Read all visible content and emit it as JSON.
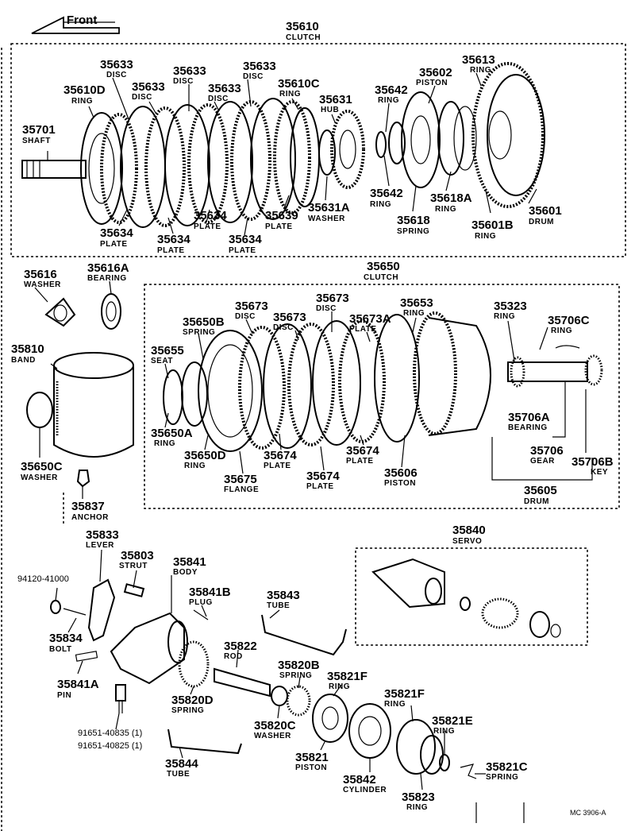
{
  "front_label": "Front",
  "groups": [
    {
      "id": "35610",
      "number": "35610",
      "name": "CLUTCH"
    },
    {
      "id": "35650",
      "number": "35650",
      "name": "CLUTCH"
    },
    {
      "id": "35840",
      "number": "35840",
      "name": "SERVO"
    }
  ],
  "parts": [
    {
      "id": "p35701",
      "number": "35701",
      "name": "SHAFT"
    },
    {
      "id": "p35610D",
      "number": "35610D",
      "name": "RING"
    },
    {
      "id": "p35633a",
      "number": "35633",
      "name": "DISC"
    },
    {
      "id": "p35633b",
      "number": "35633",
      "name": "DISC"
    },
    {
      "id": "p35633c",
      "number": "35633",
      "name": "DISC"
    },
    {
      "id": "p35633d",
      "number": "35633",
      "name": "DISC"
    },
    {
      "id": "p35633e",
      "number": "35633",
      "name": "DISC"
    },
    {
      "id": "p35610C",
      "number": "35610C",
      "name": "RING"
    },
    {
      "id": "p35631",
      "number": "35631",
      "name": "HUB"
    },
    {
      "id": "p35642a",
      "number": "35642",
      "name": "RING"
    },
    {
      "id": "p35602",
      "number": "35602",
      "name": "PISTON"
    },
    {
      "id": "p35613",
      "number": "35613",
      "name": "RING"
    },
    {
      "id": "p35634a",
      "number": "35634",
      "name": "PLATE"
    },
    {
      "id": "p35634b",
      "number": "35634",
      "name": "PLATE"
    },
    {
      "id": "p35634c",
      "number": "35634",
      "name": "PLATE"
    },
    {
      "id": "p35634d",
      "number": "35634",
      "name": "PLATE"
    },
    {
      "id": "p35639",
      "number": "35639",
      "name": "PLATE"
    },
    {
      "id": "p35631A",
      "number": "35631A",
      "name": "WASHER"
    },
    {
      "id": "p35642b",
      "number": "35642",
      "name": "RING"
    },
    {
      "id": "p35618A",
      "number": "35618A",
      "name": "RING"
    },
    {
      "id": "p35618",
      "number": "35618",
      "name": "SPRING"
    },
    {
      "id": "p35601B",
      "number": "35601B",
      "name": "RING"
    },
    {
      "id": "p35601",
      "number": "35601",
      "name": "DRUM"
    },
    {
      "id": "p35616",
      "number": "35616",
      "name": "WASHER"
    },
    {
      "id": "p35616A",
      "number": "35616A",
      "name": "BEARING"
    },
    {
      "id": "p35810",
      "number": "35810",
      "name": "BAND"
    },
    {
      "id": "p35650C",
      "number": "35650C",
      "name": "WASHER"
    },
    {
      "id": "p35837",
      "number": "35837",
      "name": "ANCHOR"
    },
    {
      "id": "p35673a",
      "number": "35673",
      "name": "DISC"
    },
    {
      "id": "p35673b",
      "number": "35673",
      "name": "DISC"
    },
    {
      "id": "p35673c",
      "number": "35673",
      "name": "DISC"
    },
    {
      "id": "p35650B",
      "number": "35650B",
      "name": "SPRING"
    },
    {
      "id": "p35655",
      "number": "35655",
      "name": "SEAT"
    },
    {
      "id": "p35673A",
      "number": "35673A",
      "name": "PLATE"
    },
    {
      "id": "p35653",
      "number": "35653",
      "name": "RING"
    },
    {
      "id": "p35323",
      "number": "35323",
      "name": "RING"
    },
    {
      "id": "p35706C",
      "number": "35706C",
      "name": "RING"
    },
    {
      "id": "p35650A",
      "number": "35650A",
      "name": "RING"
    },
    {
      "id": "p35650D",
      "number": "35650D",
      "name": "RING"
    },
    {
      "id": "p35674a",
      "number": "35674",
      "name": "PLATE"
    },
    {
      "id": "p35674b",
      "number": "35674",
      "name": "PLATE"
    },
    {
      "id": "p35674c",
      "number": "35674",
      "name": "PLATE"
    },
    {
      "id": "p35675",
      "number": "35675",
      "name": "FLANGE"
    },
    {
      "id": "p35606",
      "number": "35606",
      "name": "PISTON"
    },
    {
      "id": "p35706A",
      "number": "35706A",
      "name": "BEARING"
    },
    {
      "id": "p35706",
      "number": "35706",
      "name": "GEAR"
    },
    {
      "id": "p35706B",
      "number": "35706B",
      "name": "KEY"
    },
    {
      "id": "p35605",
      "number": "35605",
      "name": "DRUM"
    },
    {
      "id": "p35833",
      "number": "35833",
      "name": "LEVER"
    },
    {
      "id": "p35803",
      "number": "35803",
      "name": "STRUT"
    },
    {
      "id": "p35841",
      "number": "35841",
      "name": "BODY"
    },
    {
      "id": "p35841B",
      "number": "35841B",
      "name": "PLUG"
    },
    {
      "id": "p35843",
      "number": "35843",
      "name": "TUBE"
    },
    {
      "id": "p35834",
      "number": "35834",
      "name": "BOLT"
    },
    {
      "id": "p35822",
      "number": "35822",
      "name": "ROD"
    },
    {
      "id": "p35820B",
      "number": "35820B",
      "name": "SPRING"
    },
    {
      "id": "p35821Fa",
      "number": "35821F",
      "name": "RING"
    },
    {
      "id": "p35821Fb",
      "number": "35821F",
      "name": "RING"
    },
    {
      "id": "p35841A",
      "number": "35841A",
      "name": "PIN"
    },
    {
      "id": "p35820D",
      "number": "35820D",
      "name": "SPRING"
    },
    {
      "id": "p35820C",
      "number": "35820C",
      "name": "WASHER"
    },
    {
      "id": "p35821E",
      "number": "35821E",
      "name": "RING"
    },
    {
      "id": "p35821",
      "number": "35821",
      "name": "PISTON"
    },
    {
      "id": "p35844",
      "number": "35844",
      "name": "TUBE"
    },
    {
      "id": "p35842",
      "number": "35842",
      "name": "CYLINDER"
    },
    {
      "id": "p35823",
      "number": "35823",
      "name": "RING"
    },
    {
      "id": "p35821C",
      "number": "35821C",
      "name": "SPRING"
    }
  ],
  "references": [
    {
      "id": "r94120",
      "text": "94120-41000"
    },
    {
      "id": "r91651a",
      "text": "91651-40835 (1)"
    },
    {
      "id": "r91651b",
      "text": "91651-40825 (1)"
    },
    {
      "id": "rmc",
      "text": "MC 3906-A"
    }
  ]
}
